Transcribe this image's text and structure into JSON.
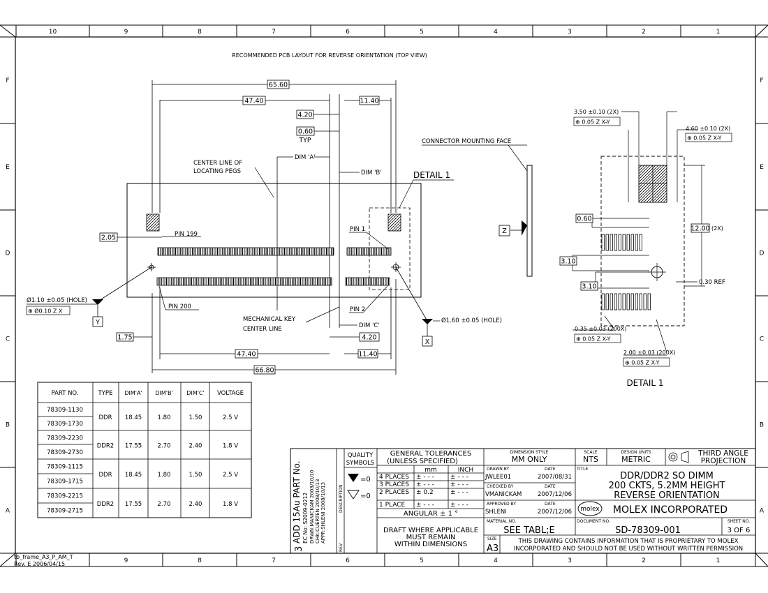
{
  "border": {
    "cols": [
      "10",
      "9",
      "8",
      "7",
      "6",
      "5",
      "4",
      "3",
      "2",
      "1"
    ],
    "rows": [
      "F",
      "E",
      "D",
      "C",
      "B",
      "A"
    ],
    "frame_label": "tb_frame_A3_P_AM_T",
    "frame_rev": "Rev. E 2006/04/15"
  },
  "layout": {
    "title": "RECOMMENDED PCB LAYOUT FOR REVERSE ORIENTATION (TOP VIEW)",
    "dims": {
      "overall_top": "65.60",
      "top_4740": "47.40",
      "top_1140": "11.40",
      "d420": "4.20",
      "d060": "0.60",
      "typ": "TYP",
      "d205": "2.05",
      "d175": "1.75",
      "bottom_4740": "47.40",
      "bottom_1140": "11.40",
      "bottom_420": "4.20",
      "overall_bottom": "66.80"
    },
    "labels": {
      "center_line_1": "CENTER LINE OF",
      "center_line_2": "LOCATING PEGS",
      "dim_a": "DIM 'A'",
      "dim_b": "DIM 'B'",
      "dim_c": "DIM 'C'",
      "detail": "DETAIL 1",
      "pin199": "PIN 199",
      "pin1": "PIN 1",
      "pin200": "PIN 200",
      "pin2": "PIN 2",
      "mech_key_1": "MECHANICAL KEY",
      "mech_key_2": "CENTER LINE",
      "conn_face": "CONNECTOR MOUNTING FACE",
      "hole_left": "Ø1.10 ±0.05 (HOLE)",
      "hole_left_fcf": "⊕ Ø0.10 Z X",
      "datum_y": "Y",
      "hole_right": "Ø1.60 ±0.05 (HOLE)",
      "datum_x": "X",
      "datum_z": "Z"
    }
  },
  "detail": {
    "title": "DETAIL 1",
    "d350": "3.50 ±0.10  (2X)",
    "d350_fcf": "⊕ 0.05 Z X-Y",
    "d460": "4.60 ±0.10  (2X)",
    "d460_fcf": "⊕ 0.05 Z X-Y",
    "d060": "0.60",
    "d1200": "12.00",
    "d1200_x": "(2X)",
    "d310a": "3.10",
    "d310b": "3.10",
    "d030": "0.30 REF",
    "d035": "0.35 ±0.03 (200X)",
    "d035_fcf": "⊕ 0.05 Z X-Y",
    "d200": "2.00 ±0.03 (200X)",
    "d200_fcf": "⊕ 0.05 Z X-Y"
  },
  "parts_table": {
    "headers": [
      "PART NO.",
      "TYPE",
      "DIM'A'",
      "DIM'B'",
      "DIM'C'",
      "VOLTAGE"
    ],
    "groups": [
      {
        "parts": [
          "78309-1130",
          "78309-1730"
        ],
        "type": "DDR",
        "a": "18.45",
        "b": "1.80",
        "c": "1.50",
        "v": "2.5  V"
      },
      {
        "parts": [
          "78309-2230",
          "78309-2730"
        ],
        "type": "DDR2",
        "a": "17.55",
        "b": "2.70",
        "c": "2.40",
        "v": "1.8  V"
      },
      {
        "parts": [
          "78309-1115",
          "78309-1715"
        ],
        "type": "DDR",
        "a": "18.45",
        "b": "1.80",
        "c": "1.50",
        "v": "2.5  V"
      },
      {
        "parts": [
          "78309-2215",
          "78309-2715"
        ],
        "type": "DDR2",
        "a": "17.55",
        "b": "2.70",
        "c": "2.40",
        "v": "1.8  V"
      }
    ]
  },
  "title_block": {
    "rev_text_1": "ADD 15Au PART No.",
    "rev_text_2": "EC No: S2009-0212",
    "rev_text_3": "DRWN:MANICKAM   2008/10/10",
    "rev_text_4": "CHK:CUERTEN   2008/10/13",
    "rev_text_5": "APPR:SHLENI   2008/10/13",
    "rev_num": "3",
    "rev_label": "REV",
    "desc_label": "DESCRIPTION",
    "quality": "QUALITY",
    "symbols": "SYMBOLS",
    "sym1": "=0",
    "sym2": "=0",
    "tol_title_1": "GENERAL TOLERANCES",
    "tol_title_2": "(UNLESS SPECIFIED)",
    "mm": "mm",
    "inch": "INCH",
    "tol_rows": [
      "4 PLACES",
      "3 PLACES",
      "2 PLACES",
      "1 PLACE"
    ],
    "tol_mm": [
      "± - - -",
      "± - - -",
      "± 0.2",
      "± - - -"
    ],
    "tol_in": [
      "± - - -",
      "± - - -",
      "± - - -",
      "± - - -"
    ],
    "angular": "ANGULAR ±  1 °",
    "draft_1": "DRAFT WHERE APPLICABLE",
    "draft_2": "MUST REMAIN",
    "draft_3": "WITHIN DIMENSIONS",
    "dim_style_lbl": "DIMENSION STYLE",
    "dim_style": "MM ONLY",
    "scale_lbl": "SCALE",
    "scale": "NTS",
    "units_lbl": "DESIGN UNITS",
    "units": "METRIC",
    "proj_1": "THIRD ANGLE",
    "proj_2": "PROJECTION",
    "drawn_lbl": "DRAWN BY",
    "drawn": "JWLEE01",
    "drawn_date": "2007/08/31",
    "checked_lbl": "CHECKED BY",
    "checked": "VMANICKAM",
    "checked_date": "2007/12/06",
    "approved_lbl": "APPROVED BY",
    "approved": "SHLENI",
    "approved_date": "2007/12/06",
    "date_lbl": "DATE",
    "title_lbl": "TITLE",
    "title_1": "DDR/DDR2 SO DIMM",
    "title_2": "200 CKTS, 5.2MM HEIGHT",
    "title_3": "REVERSE ORIENTATION",
    "company": "MOLEX INCORPORATED",
    "logo": "molex",
    "material_lbl": "MATERIAL NO.",
    "material": "SEE TABL;E",
    "document_lbl": "DOCUMENT NO.",
    "document": "SD-78309-001",
    "sheet_lbl": "SHEET NO.",
    "sheet": "3 OF 6",
    "size_lbl": "SIZE",
    "size": "A3",
    "notice_1": "THIS DRAWING CONTAINS INFORMATION THAT IS PROPRIETARY TO MOLEX",
    "notice_2": "INCORPORATED AND SHOULD NOT BE USED WITHOUT WRITTEN PERMISSION"
  }
}
